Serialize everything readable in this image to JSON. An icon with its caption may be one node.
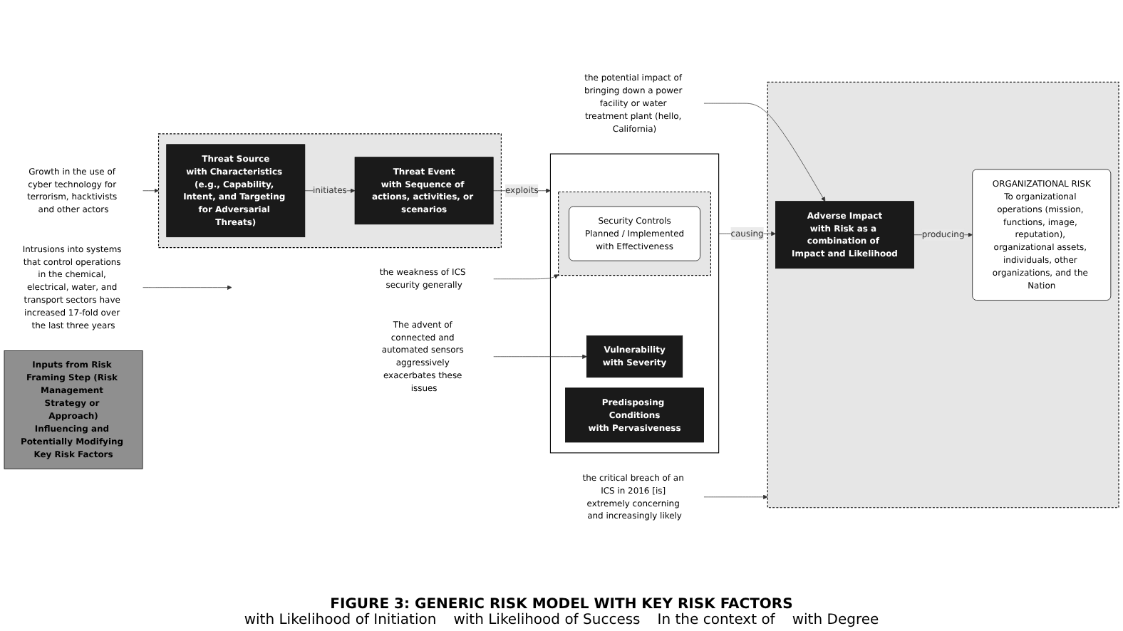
{
  "diagram": {
    "caption": "FIGURE 3: GENERIC RISK MODEL WITH KEY RISK FACTORS",
    "nodes": [
      {
        "text": [
          "Growth in the use of cyber technology for terrorism, hacktivists and other actors"
        ]
      },
      {
        "text": [
          "Intrusions into systems that control operations in the chemical, electrical, water, and transport sectors have increased 17-fold over the last three years"
        ]
      },
      {
        "text": [
          "The advent of connected and automated sensors aggressively exacerbates these issues"
        ]
      },
      {
        "text": [],
        "shape": "box"
      },
      {
        "text": [
          "Threat Source",
          "with Characteristics (e.g., Capability, Intent, and Targeting for Adversarial Threats)"
        ],
        "in": 3
      },
      {
        "text": [
          "Threat Event",
          "with Sequence of actions, activities, or scenarios"
        ],
        "in": 3
      },
      {
        "text": [
          "Inputs from Risk Framing Step (Risk Management Strategy or Approach)",
          "Influencing and Potentially Modifying Key Risk Factors"
        ]
      },
      {
        "text": [],
        "shape": "box"
      },
      {
        "text": [
          "Vulnerability",
          "with Severity"
        ],
        "in": 7
      },
      {
        "text": [
          "Predisposing Conditions",
          "with Pervasiveness"
        ],
        "in": 7
      },
      {
        "text": [],
        "shape": "box",
        "in": 7
      },
      {
        "text": [
          "Security Controls",
          "Planned / Implemented",
          "with Effectiveness"
        ],
        "in": 10
      },
      {
        "text": [
          "the potential impact of bringing down a power facility or water treatment plant (hello, California)"
        ]
      },
      {
        "text": [],
        "shape": "box"
      },
      {
        "text": [
          "Adverse Impact",
          "with Risk as a combination of Impact and Likelihood"
        ],
        "in": 13
      },
      {
        "text": [
          "ORGANIZATIONAL RISK",
          "To organizational operations (mission, functions, image, reputation), organizational assets, individuals, other organizations, and the Nation"
        ],
        "in": 13
      },
      {
        "text": [
          "the critical breach of an ICS in 2016 [is] extremely concerning and increasingly likely"
        ]
      },
      {
        "text": [
          "the weakness of ICS security generally"
        ]
      }
    ],
    "edges": [
      {
        "from": 4,
        "to": 5,
        "arrow": "to",
        "label": "initiates"
      },
      {
        "from": 5,
        "to": 7,
        "arrow": "to",
        "label": "exploits"
      },
      {
        "from": 7,
        "to": 14,
        "arrow": "to",
        "label": "causing"
      },
      {
        "from": 14,
        "to": 15,
        "arrow": "to",
        "label": "producing"
      },
      {
        "from": 0,
        "to": 3,
        "arrow": "to"
      },
      {
        "from": 1,
        "to": null,
        "arrow": "to"
      },
      {
        "from": 2,
        "to": 8,
        "arrow": "to"
      },
      {
        "from": 12,
        "to": 14,
        "arrow": "to"
      },
      {
        "from": 16,
        "to": 13,
        "arrow": "to"
      },
      {
        "from": 17,
        "to": 10,
        "arrow": "to"
      }
    ],
    "labels": [
      "with Likelihood of Initiation",
      "with Likelihood of Success",
      "In the context of",
      "with Degree"
    ]
  }
}
